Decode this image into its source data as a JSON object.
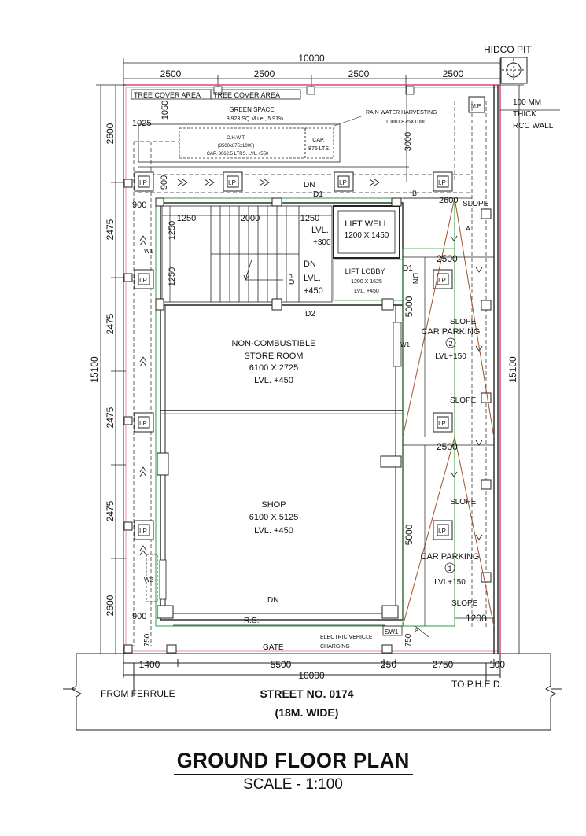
{
  "colors": {
    "line": "#222222",
    "site_boundary": "#d84a6a",
    "green": "#2f9e3a",
    "brown": "#a0522d"
  },
  "title": "GROUND FLOOR PLAN",
  "scale": "SCALE - 1:100",
  "street": {
    "name": "STREET NO. 0174",
    "width": "(18M. WIDE)"
  },
  "labels": {
    "hidco_pit": "HIDCO PIT",
    "mp": "M.P.",
    "wall_note_1": "100 MM",
    "wall_note_2": "THICK",
    "wall_note_3": "RCC WALL",
    "tree_cover_1": "TREE COVER AREA",
    "tree_cover_2": "TREE COVER AREA",
    "green_space": "GREEN SPACE",
    "green_space_area": "8,923 SQ.M i.e., 5.91%",
    "rwh": "RAIN WATER HARVESTING",
    "rwh_size": "1000X875X1000",
    "ohwt": "O.H.W.T.",
    "ohwt_size": "(3500x875x1000)",
    "ohwt_cap": "CAP. 3062.5 LTRS. LVL.+550",
    "cap_label": "CAP.",
    "cap_value": "875 LTS.",
    "lift_well": "LIFT WELL",
    "lift_well_size": "1200 X 1450",
    "lift_lobby": "LIFT LOBBY",
    "lift_lobby_size": "1200 X 1625",
    "lift_lobby_lvl": "LVL. +450",
    "stair_lvl": "LVL.",
    "stair_lvl_val": "+300",
    "stair_dn": "DN",
    "stair_lvl2": "LVL.",
    "stair_lvl2_val": "+450",
    "up": "UP",
    "store_1": "NON-COMBUSTIBLE",
    "store_2": "STORE ROOM",
    "store_3": "6100 X 2725",
    "store_4": "LVL. +450",
    "shop_1": "SHOP",
    "shop_2": "6100 X 5125",
    "shop_3": "LVL. +450",
    "car_parking": "CAR PARKING",
    "car_2_num": "2",
    "car_2_lvl": "LVL+150",
    "car_1_num": "1",
    "car_1_lvl": "LVL+150",
    "slope": "SLOPE",
    "ev_1": "ELECTRIC VEHICLE",
    "ev_2": "CHARGING",
    "gate": "GATE",
    "rs": "R.S.",
    "from_ferrule": "FROM FERRULE",
    "to_phed": "TO P.H.E.D.",
    "ip": "I.P",
    "dn": "DN",
    "nd": "DN",
    "d1": "D1",
    "d2": "D2",
    "w1": "W1",
    "w2": "W2",
    "sw1": "SW1",
    "b": "B",
    "a": "A"
  },
  "dimensions": {
    "top_total": "10000",
    "top_1": "2500",
    "top_2": "2500",
    "top_3": "2500",
    "top_4": "2500",
    "bottom_1": "1400",
    "bottom_2": "5500",
    "bottom_3": "250",
    "bottom_4": "2750",
    "bottom_5": "100",
    "bottom_total": "10000",
    "left_1": "2600",
    "left_2": "2475",
    "left_3": "2475",
    "left_4": "2475",
    "left_5": "2475",
    "left_6": "2600",
    "left_total": "15100",
    "right_total": "15100",
    "d_1025": "1025",
    "d_1050": "1050",
    "d_3000": "3000",
    "d_900a": "900",
    "d_900b": "900",
    "d_900c": "900",
    "d_1250a": "1250",
    "d_2000": "2000",
    "d_1250b": "1250",
    "d_1250c": "1250",
    "d_1250d": "1250",
    "d_2600": "2600",
    "d_2500a": "2500",
    "d_5000a": "5000",
    "d_2500b": "2500",
    "d_5000b": "5000",
    "d_1200": "1200",
    "d_750a": "750",
    "d_750b": "750",
    "d_8": "8"
  }
}
